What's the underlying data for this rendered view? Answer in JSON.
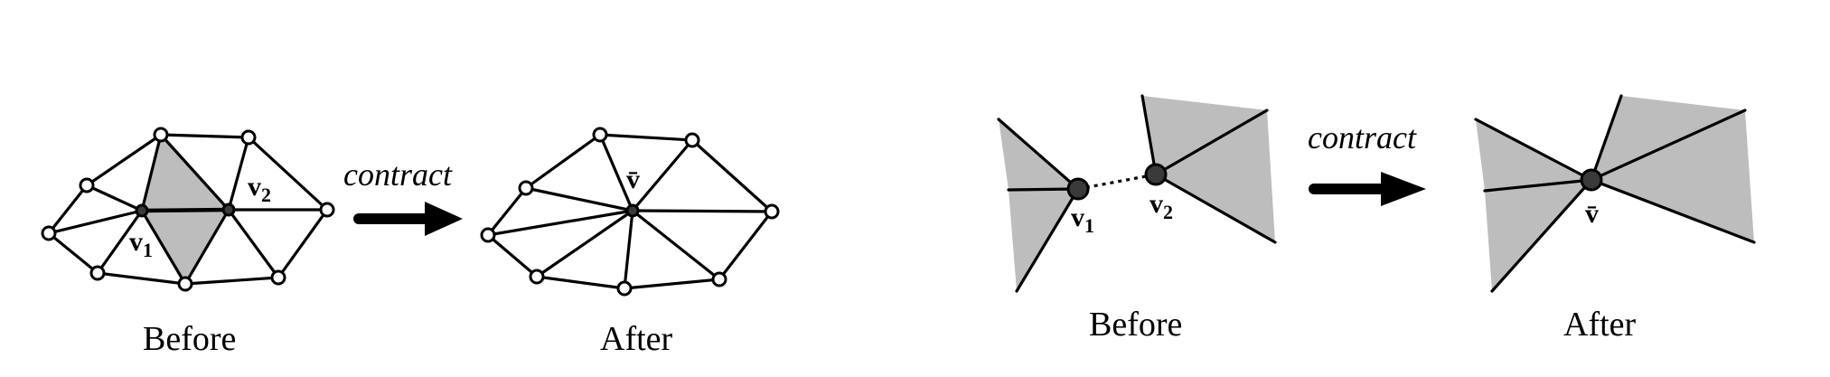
{
  "panels": {
    "edge_contraction": {
      "before_caption": "Before",
      "after_caption": "After",
      "operation_label": "contract",
      "vertex_1": {
        "name": "v",
        "subscript": "1"
      },
      "vertex_2": {
        "name": "v",
        "subscript": "2"
      },
      "merged_vertex": {
        "name": "v̄"
      }
    },
    "pair_contraction": {
      "before_caption": "Before",
      "after_caption": "After",
      "operation_label": "contract",
      "vertex_1": {
        "name": "v",
        "subscript": "1"
      },
      "vertex_2": {
        "name": "v",
        "subscript": "2"
      },
      "merged_vertex": {
        "name": "v̄"
      }
    }
  },
  "colors": {
    "face_fill": "#bdbdbd",
    "edge": "#000000",
    "merged_vertex_fill": "#3a3a3a",
    "boundary_vertex_fill": "#ffffff"
  }
}
